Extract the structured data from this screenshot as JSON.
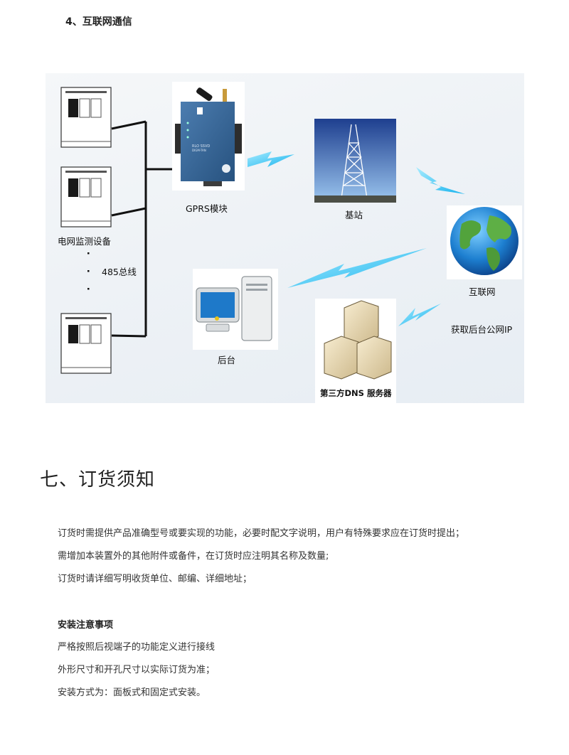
{
  "section": {
    "heading": "4、互联网通信"
  },
  "diagram": {
    "gprs_label": "GPRS模块",
    "device_text": {
      "model": "RLO SSVD",
      "sub": "DIGM-TAN"
    },
    "station_label": "基站",
    "internet_label": "互联网",
    "meters_label": "电网监测设备",
    "bus_label": "485总线",
    "backend_label": "后台",
    "dns_label": "第三方DNS 服务器",
    "ip_label": "获取后台公网IP"
  },
  "order": {
    "title": "七、订货须知",
    "lines": [
      "订货时需提供产品准确型号或要实现的功能，必要时配文字说明，用户有特殊要求应在订货时提出；",
      "需增加本装置外的其他附件或备件，在订货时应注明其名称及数量;",
      "订货时请详细写明收货单位、邮编、详细地址；"
    ]
  },
  "install": {
    "heading": "安装注意事项",
    "lines": [
      "严格按照后视端子的功能定义进行接线",
      "外形尺寸和开孔尺寸以实际订货为准；",
      "安装方式为：面板式和固定式安装。"
    ]
  }
}
